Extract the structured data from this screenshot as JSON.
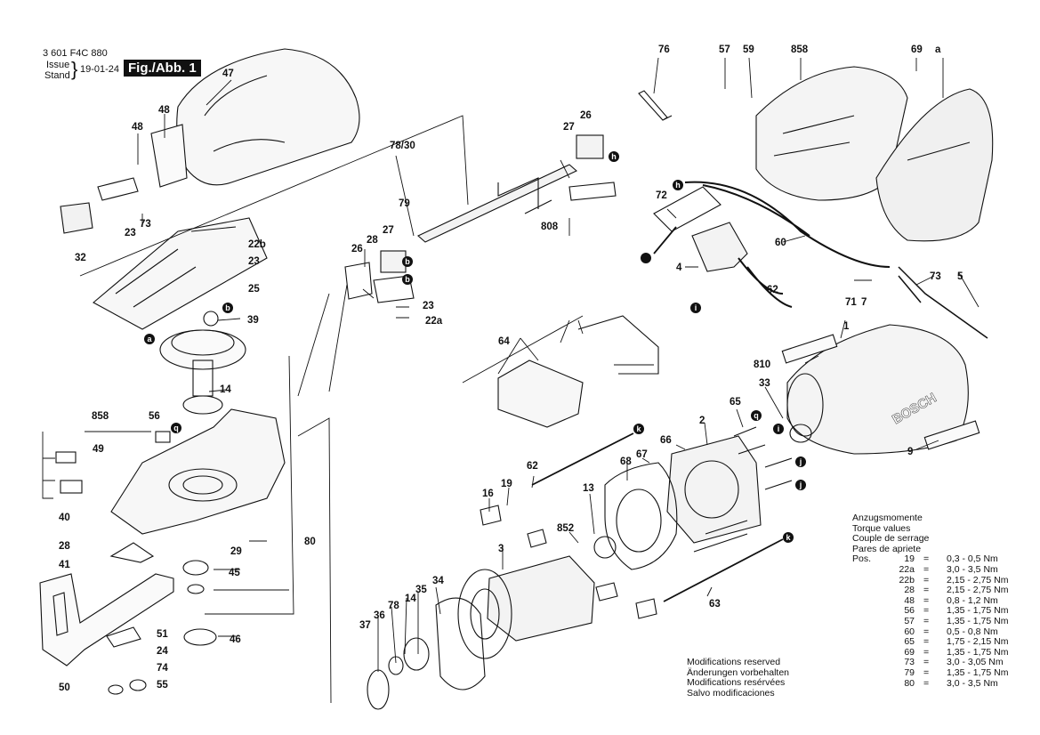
{
  "doc_number": "3 601 F4C 880",
  "issue_label": "Issue",
  "stand_label": "Stand",
  "issue_date": "19-01-24",
  "fig_label": "Fig./Abb. 1",
  "brand": "BOSCH",
  "callouts": [
    "1",
    "2",
    "3",
    "4",
    "5",
    "7",
    "9",
    "13",
    "14",
    "14",
    "16",
    "19",
    "22a",
    "22b",
    "23",
    "23",
    "23",
    "24",
    "25",
    "26",
    "26",
    "27",
    "27",
    "28",
    "28",
    "29",
    "32",
    "33",
    "34",
    "35",
    "36",
    "37",
    "39",
    "40",
    "41",
    "45",
    "46",
    "47",
    "48",
    "48",
    "49",
    "50",
    "51",
    "55",
    "56",
    "57",
    "59",
    "60",
    "62",
    "62",
    "63",
    "64",
    "65",
    "66",
    "67",
    "68",
    "69",
    "71",
    "72",
    "73",
    "73",
    "74",
    "76",
    "78",
    "78/30",
    "79",
    "80",
    "808",
    "810",
    "852",
    "858",
    "858",
    "a",
    "a",
    "b",
    "b",
    "b",
    "h",
    "h",
    "i",
    "i",
    "j",
    "j",
    "k",
    "k",
    "q",
    "q"
  ],
  "torque": {
    "titles": [
      "Anzugsmomente",
      "Torque values",
      "Couple de serrage",
      "Pares de apriete"
    ],
    "pos_label": "Pos.",
    "rows": [
      {
        "pos": "19",
        "eq": "=",
        "val": "0,3 - 0,5 Nm"
      },
      {
        "pos": "22a",
        "eq": "=",
        "val": "3,0 - 3,5 Nm"
      },
      {
        "pos": "22b",
        "eq": "=",
        "val": "2,15 - 2,75 Nm"
      },
      {
        "pos": "28",
        "eq": "=",
        "val": "2,15 - 2,75 Nm"
      },
      {
        "pos": "48",
        "eq": "=",
        "val": "0,8 - 1,2 Nm"
      },
      {
        "pos": "56",
        "eq": "=",
        "val": "1,35 - 1,75 Nm"
      },
      {
        "pos": "57",
        "eq": "=",
        "val": "1,35 - 1,75 Nm"
      },
      {
        "pos": "60",
        "eq": "=",
        "val": "0,5 - 0,8 Nm"
      },
      {
        "pos": "65",
        "eq": "=",
        "val": "1,75 - 2,15 Nm"
      },
      {
        "pos": "69",
        "eq": "=",
        "val": "1,35 - 1,75 Nm"
      },
      {
        "pos": "73",
        "eq": "=",
        "val": "3,0 - 3,05 Nm"
      },
      {
        "pos": "79",
        "eq": "=",
        "val": "1,35 - 1,75 Nm"
      },
      {
        "pos": "80",
        "eq": "=",
        "val": "3,0 - 3,5 Nm"
      }
    ]
  },
  "modifications": [
    "Modifications reserved",
    "Änderungen vorbehalten",
    "Modifications resérvées",
    "Salvo modificaciones"
  ]
}
